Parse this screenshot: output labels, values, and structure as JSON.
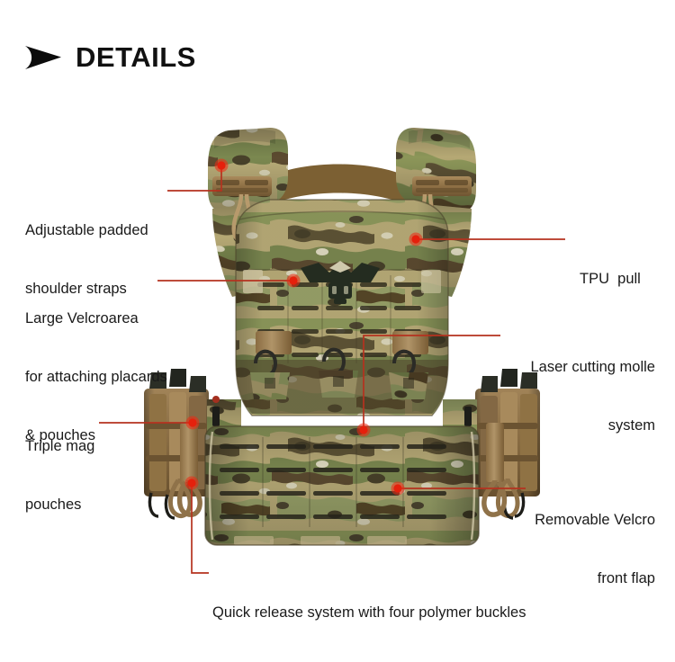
{
  "header": {
    "title": "DETAILS",
    "arrow_icon": "play-arrow-icon"
  },
  "colors": {
    "line": "#b5321f",
    "dot_fill": "#ef2a14",
    "dot_ring": "#f05a3c",
    "text": "#1a1a1a",
    "camo_tan": "#cdb98b",
    "camo_green": "#8d9a5f",
    "camo_olive": "#6f7a46",
    "camo_brown": "#6a5334",
    "camo_dark": "#46412c",
    "camo_cream": "#e3dcc0",
    "coyote": "#9c7c4f",
    "coyote_dark": "#6d5530"
  },
  "callouts": [
    {
      "id": "adjustable-padded-shoulder-straps",
      "lines": [
        "Adjustable padded",
        "shoulder straps"
      ],
      "side": "left"
    },
    {
      "id": "large-velcro-area",
      "lines": [
        "Large Velcroarea",
        "for attaching placards",
        "& pouches"
      ],
      "side": "left"
    },
    {
      "id": "triple-mag-pouches",
      "lines": [
        "Triple mag",
        "pouches"
      ],
      "side": "left"
    },
    {
      "id": "tpu-pull",
      "lines": [
        "TPU  pull"
      ],
      "side": "right"
    },
    {
      "id": "laser-cutting-molle-system",
      "lines": [
        "Laser cutting molle",
        "system"
      ],
      "side": "right"
    },
    {
      "id": "removable-velcro-front-flap",
      "lines": [
        "Removable Velcro",
        "front flap"
      ],
      "side": "right"
    },
    {
      "id": "quick-release-system",
      "lines": [
        "Quick release system with four polymer buckles"
      ],
      "side": "bottom"
    }
  ],
  "product": {
    "name": "tactical-plate-carrier-vest",
    "pattern": "multicam",
    "emblem": "winged-chevron-emblem"
  }
}
